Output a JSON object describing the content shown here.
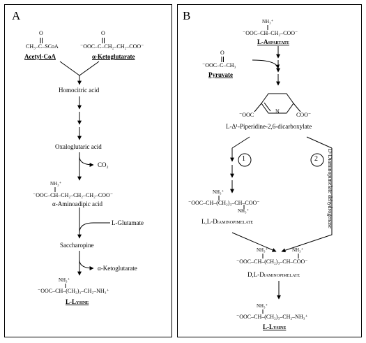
{
  "panel_a": {
    "letter": "A",
    "acetyl_formula_left": "CH₃–C–SCoA",
    "acetyl_o": "O",
    "acetyl_name": "Acetyl-CoA",
    "akg_formula": "⁻OOC–C–CH₂–CH₂–COO⁻",
    "akg_o": "O",
    "akg_name": "α-Ketoglutarate",
    "homocitric": "Homocitric acid",
    "oxaloglutaric": "Oxaloglutaric acid",
    "co2": "CO₂",
    "aminoadipic_nh3": "NH₃⁺",
    "aminoadipic_formula": "⁻OOC–CH–CH₂–CH₂–CH₂–COO⁻",
    "aminoadipic": "α-Aminoadipic acid",
    "glutamate": "L-Glutamate",
    "saccharopine": "Saccharopine",
    "akg_product": "α-Ketoglutarate",
    "lysine_nh3": "NH₃⁺",
    "lysine_formula": "⁻OOC–CH–(CH₂)₃–CH₂–NH₃⁺",
    "lysine_name": "L-Lysine"
  },
  "panel_b": {
    "letter": "B",
    "asp_nh3": "NH₃⁺",
    "asp_formula": "⁻OOC–CH–CH₂–COO⁻",
    "asp_name": "L-Aspartate",
    "pyr_o": "O",
    "pyr_formula": "⁻OOC–C–CH₃",
    "pyr_name": "Pyruvate",
    "ring_left": "⁻OOC",
    "ring_n": "N",
    "ring_right": "COO⁻",
    "ring_name": "L-Δ¹-Piperidine-2,6-dicarboxylate",
    "path1": "1",
    "path2": "2",
    "enzyme": "D-Diaminopimelate dehydrogenase",
    "ll_nh3_top": "NH₃⁺",
    "ll_formula": "⁻OOC–CH–(CH₂)₃–CH–COO⁻",
    "ll_nh3_bottom": "NH₃⁺",
    "ll_name": "L,L-Diaminopimelate",
    "dl_nh3_left": "NH₃⁺",
    "dl_nh3_right": "NH₃⁺",
    "dl_formula": "⁻OOC–CH–(CH₂)₃–CH–COO⁻",
    "dl_name": "D,L-Diaminopimelate",
    "lysine_nh3": "NH₃⁺",
    "lysine_formula": "⁻OOC–CH–(CH₂)₃–CH₂–NH₃⁺",
    "lysine_name": "L-Lysine"
  }
}
